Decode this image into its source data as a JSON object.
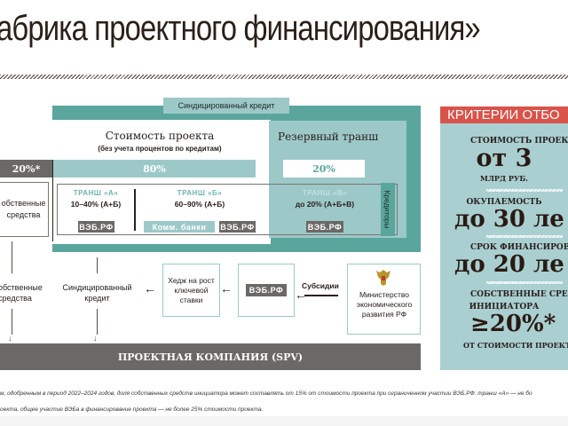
{
  "header": {
    "title": "абрика проектного финансирования»"
  },
  "diagram": {
    "syndicated_credit_label": "Синдицированный кредит",
    "project_cost": {
      "title": "Стоимость проекта",
      "subtitle": "(без учета процентов по кредитам)"
    },
    "own_share": "20%*",
    "debt_share": "80%",
    "reserve": {
      "title": "Резервный транш",
      "share": "20%"
    },
    "own_funds_box": "обственные средства",
    "tranches": [
      {
        "name": "ТРАНШ «А»",
        "range": "10–40% (А+Б)",
        "lenders": [
          "ВЭБ.РФ"
        ]
      },
      {
        "name": "ТРАНШ «Б»",
        "range": "60–90% (А+Б)",
        "lenders": [
          "Комм. банки",
          "ВЭБ.РФ"
        ]
      },
      {
        "name": "ТРАНШ «В»",
        "range": "до 20% (А+Б+В)",
        "lenders": [
          "ВЭБ.РФ"
        ]
      }
    ],
    "creditors_label": "Кредиторы",
    "flow": {
      "own_funds": "обственные средства",
      "syndicated_credit": "Синдицированный кредит",
      "hedge": "Хедж на рост ключевой ставки",
      "veb": "ВЭБ.РФ",
      "subsidies": "Субсидии",
      "ministry": "Министерство экономического развития РФ"
    },
    "spv": "ПРОЕКТНАЯ КОМПАНИЯ (SPV)"
  },
  "criteria": {
    "title": "КРИТЕРИИ ОТБО",
    "items": [
      {
        "label": "СТОИМОСТЬ ПРОЕКТА",
        "value": "от 3",
        "unit": "МЛРД РУБ."
      },
      {
        "label": "ОКУПАЕМОСТЬ",
        "value": "до 30 ле"
      },
      {
        "label": "СРОК ФИНАНСИРОВАНИ",
        "value": "до 20 ле"
      },
      {
        "label": "СОБСТВЕННЫЕ СРЕДСТ",
        "label2": "ИНИЦИАТОРА",
        "value": "≥20%*",
        "unit": "ОТ СТОИМОСТИ ПРОЕКТ"
      }
    ]
  },
  "footnote": {
    "line1": "м, одобренным в период 2022–2024 годов, доля собственных средств инициатора может составлять от 15% от стоимости проекта при ограниченном участии ВЭБ.РФ: транш «А» — не бо",
    "line2": "оекта, общее участие ВЭБа в финансирование проекта  — не более 25% стоимости проекта."
  },
  "colors": {
    "teal_dark": "#5aa69d",
    "teal_light": "#9dc8c8",
    "gray_dark": "#6b6966",
    "criteria_red": "#d9534a",
    "criteria_bg": "#a9cfd1"
  }
}
